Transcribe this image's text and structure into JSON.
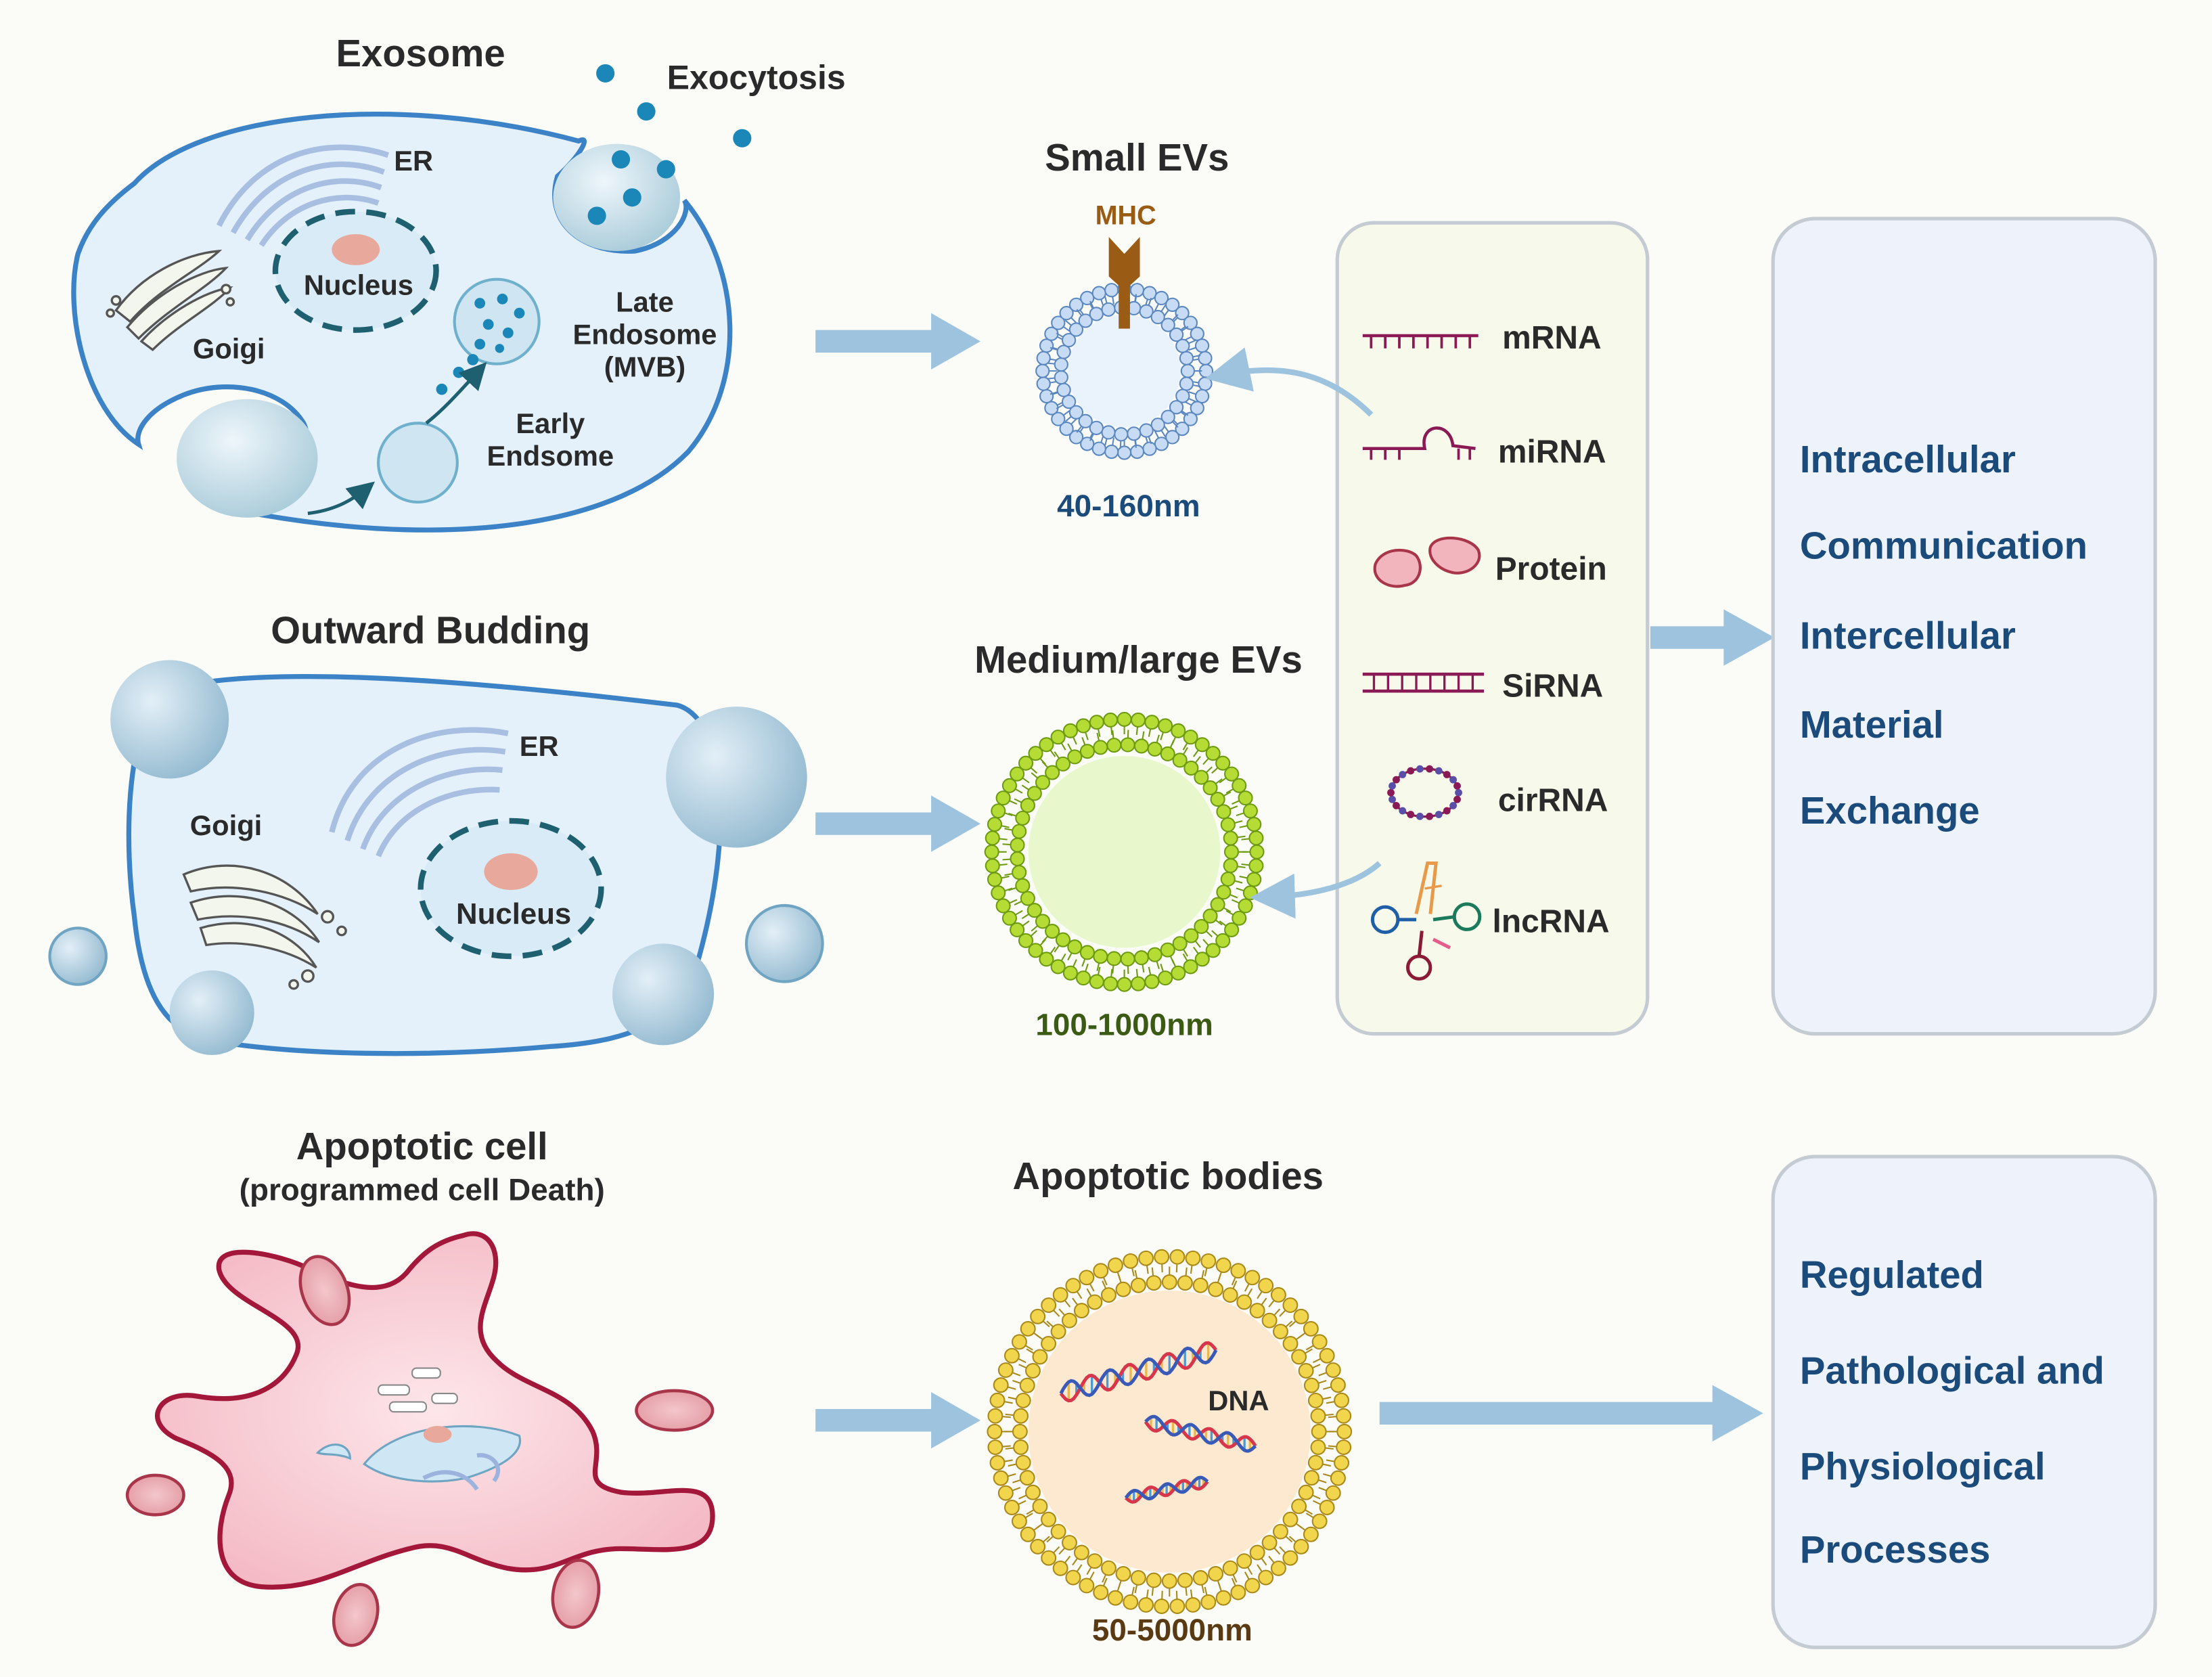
{
  "colors": {
    "background": "#fbfbf7",
    "cell_blue": "#e4f1fb",
    "cell_outline": "#3b82c6",
    "nucleus_outline": "#1f6070",
    "nucleolus": "#e8a99c",
    "arrow": "#9dc3df",
    "box_fill": "#eef3fb",
    "box_outline": "#c5cbd2",
    "rna_box_fill": "#f7f9ea",
    "mhc": "#9a5b14",
    "small_ev": "#8cb6e8",
    "medium_ev": "#a3d12a",
    "apoptotic_body": "#e9c73d",
    "apoptotic_cell": "#f6c7ce",
    "apoptotic_outline": "#a3173a",
    "size_small": "#1b4b7a",
    "size_medium": "#3b5a14",
    "size_apoptotic": "#5a3a12",
    "outcome_text": "#1b4b7a"
  },
  "exosome": {
    "title": "Exosome",
    "exocytosis": "Exocytosis",
    "er": "ER",
    "nucleus": "Nucleus",
    "golgi": "Goigi",
    "late_endosome": [
      "Late",
      "Endosome",
      "(MVB)"
    ],
    "early_endosome": [
      "Early",
      "Endsome"
    ]
  },
  "budding": {
    "title": "Outward Budding",
    "er": "ER",
    "golgi": "Goigi",
    "nucleus": "Nucleus"
  },
  "apoptotic": {
    "title": "Apoptotic cell",
    "subtitle": "(programmed cell Death)"
  },
  "evs": {
    "small": {
      "title": "Small EVs",
      "marker": "MHC",
      "size": "40-160nm"
    },
    "medium": {
      "title": "Medium/large EVs",
      "size": "100-1000nm"
    },
    "bodies": {
      "title": "Apoptotic bodies",
      "content": "DNA",
      "size": "50-5000nm"
    }
  },
  "cargo": [
    {
      "label": "mRNA",
      "icon": "mrna-icon"
    },
    {
      "label": "miRNA",
      "icon": "mirna-icon"
    },
    {
      "label": "Protein",
      "icon": "protein-icon"
    },
    {
      "label": "SiRNA",
      "icon": "sirna-icon"
    },
    {
      "label": "cirRNA",
      "icon": "circrna-icon"
    },
    {
      "label": "lncRNA",
      "icon": "lncrna-icon"
    }
  ],
  "outcomes": {
    "communication": [
      "Intracellular",
      "Communication",
      "Intercellular",
      "Material",
      "Exchange"
    ],
    "regulation": [
      "Regulated",
      "Pathological and",
      "Physiological",
      "Processes"
    ]
  }
}
